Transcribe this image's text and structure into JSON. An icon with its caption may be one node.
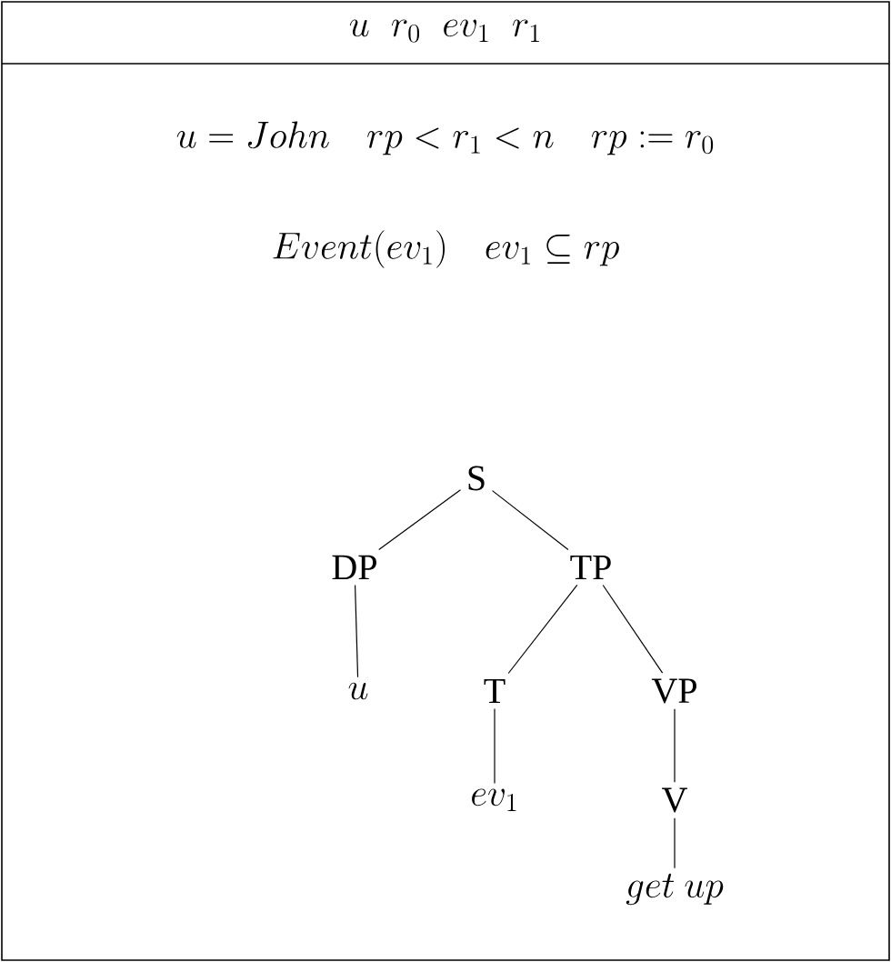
{
  "diagram": {
    "nodes": [
      {
        "text": [
          "u \\;\\; r_0 \\;\\; ev_1 \\;\\; r_1",
          "u = John \\quad rp < r_1 < n \\quad rp := r_0",
          "Event(ev_1) \\quad ev_1 \\subseteq rp"
        ]
      },
      {
        "text": [
          "S"
        ],
        "in": 0
      },
      {
        "text": [
          "DP"
        ],
        "in": 0
      },
      {
        "text": [
          "TP"
        ],
        "in": 0
      },
      {
        "text": [
          "u"
        ],
        "in": 0
      },
      {
        "text": [
          "T"
        ],
        "in": 0
      },
      {
        "text": [
          "VP"
        ],
        "in": 0
      },
      {
        "text": [
          "ev_1"
        ],
        "in": 0
      },
      {
        "text": [
          "V"
        ],
        "in": 0
      },
      {
        "text": [
          "get\\ up"
        ],
        "in": 0
      }
    ],
    "edges": [
      {
        "from": 1,
        "to": 2,
        "arrow": "none"
      },
      {
        "from": 1,
        "to": 3,
        "arrow": "none"
      },
      {
        "from": 2,
        "to": 4,
        "arrow": "none"
      },
      {
        "from": 3,
        "to": 5,
        "arrow": "none"
      },
      {
        "from": 3,
        "to": 6,
        "arrow": "none"
      },
      {
        "from": 5,
        "to": 7,
        "arrow": "none"
      },
      {
        "from": 6,
        "to": 8,
        "arrow": "none"
      },
      {
        "from": 8,
        "to": 9,
        "arrow": "none"
      }
    ]
  }
}
